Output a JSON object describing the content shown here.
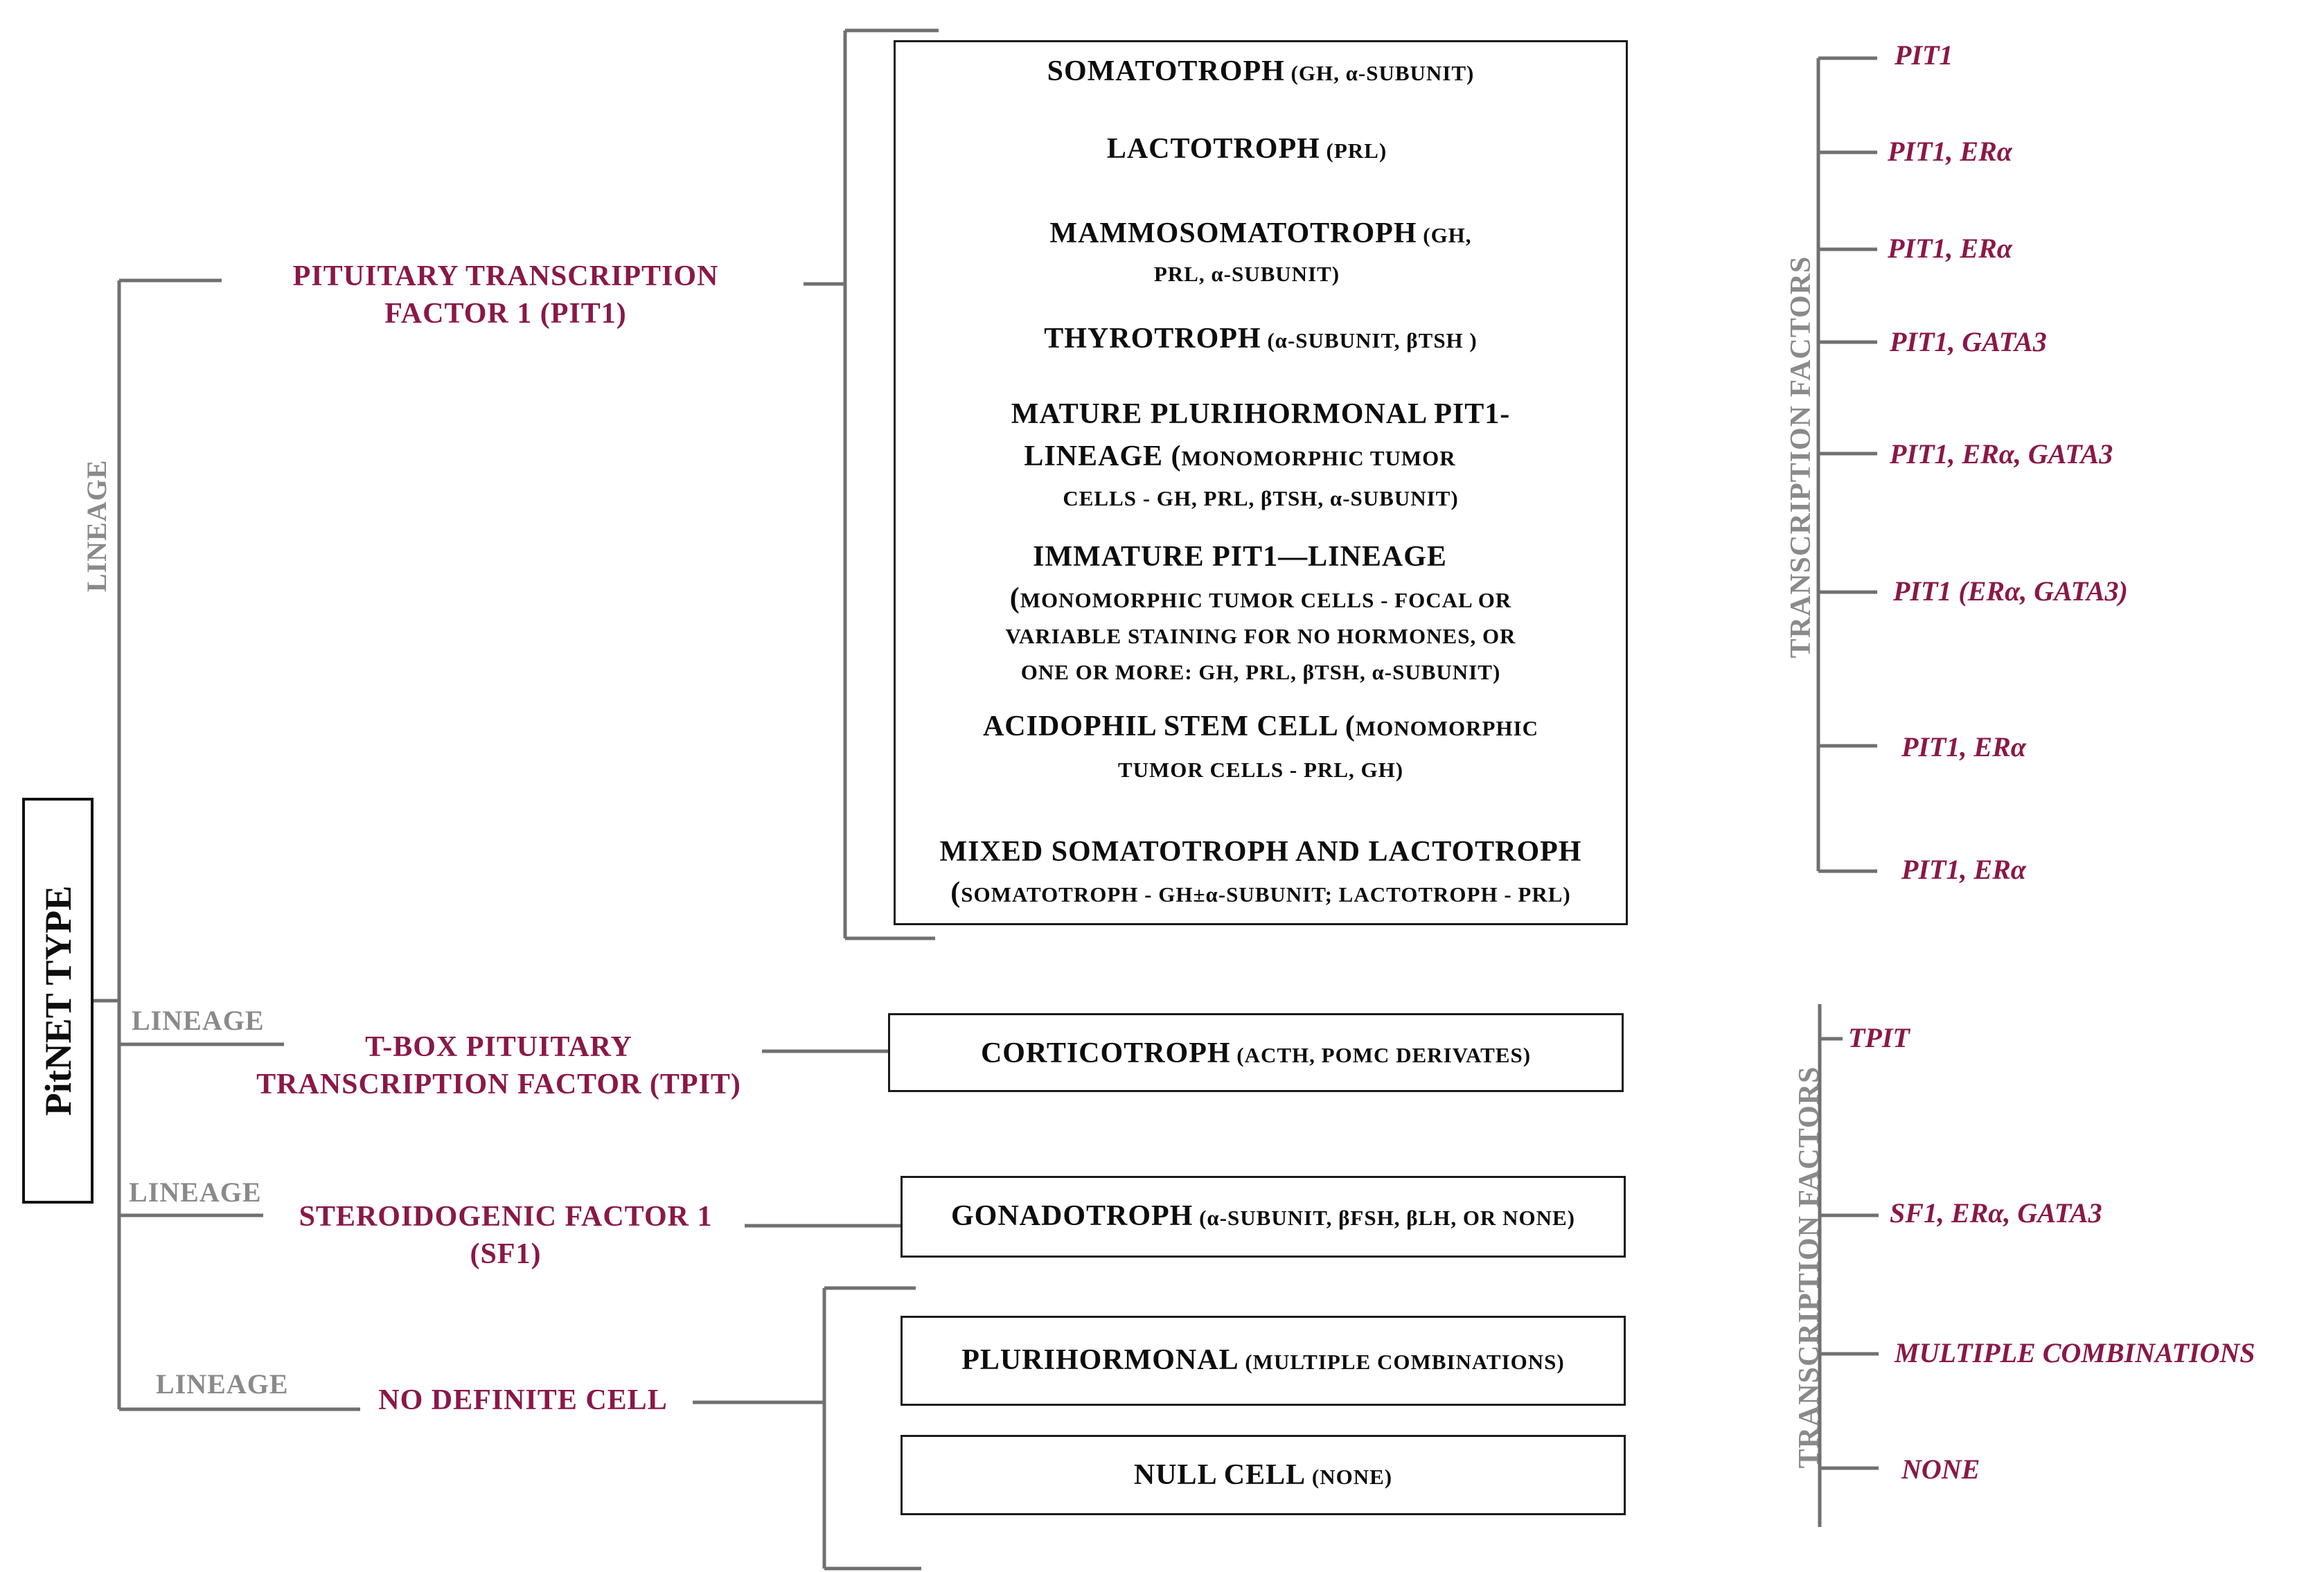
{
  "root": {
    "label": "PitNET TYPE"
  },
  "lineage_word": "LINEAGE",
  "transcription_factors_title": "TRANSCRIPTION FACTORS",
  "lineages": [
    {
      "name_lines": [
        "PITUITARY TRANSCRIPTION",
        "FACTOR 1 (PIT1)"
      ],
      "types": [
        {
          "lines": [
            {
              "main": "SOMATOTROPH",
              "sub": " (GH, α-SUBUNIT)"
            }
          ],
          "tf": "PIT1"
        },
        {
          "lines": [
            {
              "main": "LACTOTROPH",
              "sub": " (PRL)"
            }
          ],
          "tf": "PIT1, ERα"
        },
        {
          "lines": [
            {
              "main": "MAMMOSOMATOTROPH",
              "sub": " (GH,"
            },
            {
              "main": "",
              "sub": "PRL, α-SUBUNIT)"
            }
          ],
          "tf": "PIT1, ERα"
        },
        {
          "lines": [
            {
              "main": "THYROTROPH",
              "sub": " (α-SUBUNIT, βTSH )"
            }
          ],
          "tf": "PIT1, GATA3"
        },
        {
          "lines": [
            {
              "main": "MATURE PLURIHORMONAL PIT1-",
              "sub": ""
            },
            {
              "main": "LINEAGE (",
              "sub": "MONOMORPHIC TUMOR"
            },
            {
              "main": "",
              "sub": "CELLS - GH, PRL, βTSH, α-SUBUNIT)"
            }
          ],
          "tf": "PIT1, ERα, GATA3"
        },
        {
          "lines": [
            {
              "main": "IMMATURE PIT1—LINEAGE",
              "sub": ""
            },
            {
              "main": "(",
              "sub": "MONOMORPHIC TUMOR CELLS - FOCAL OR"
            },
            {
              "main": "",
              "sub": "VARIABLE STAINING FOR NO HORMONES, OR"
            },
            {
              "main": "",
              "sub": "ONE OR MORE: GH, PRL, βTSH, α-SUBUNIT)"
            }
          ],
          "tf": "PIT1 (ERα, GATA3)"
        },
        {
          "lines": [
            {
              "main": "ACIDOPHIL STEM CELL (",
              "sub": "MONOMORPHIC"
            },
            {
              "main": "",
              "sub": "TUMOR CELLS - PRL, GH)"
            }
          ],
          "tf": "PIT1, ERα"
        },
        {
          "lines": [
            {
              "main": "MIXED SOMATOTROPH AND LACTOTROPH",
              "sub": ""
            },
            {
              "main": "(",
              "sub": "SOMATOTROPH - GH±α-SUBUNIT; LACTOTROPH - PRL)"
            }
          ],
          "tf": "PIT1, ERα"
        }
      ]
    },
    {
      "name_lines": [
        "T-BOX PITUITARY",
        "TRANSCRIPTION FACTOR (TPIT)"
      ],
      "types": [
        {
          "lines": [
            {
              "main": "CORTICOTROPH",
              "sub": " (ACTH, POMC DERIVATES)"
            }
          ],
          "tf": "TPIT"
        }
      ]
    },
    {
      "name_lines": [
        "STEROIDOGENIC FACTOR 1",
        "(SF1)"
      ],
      "types": [
        {
          "lines": [
            {
              "main": "GONADOTROPH",
              "sub": " (α-SUBUNIT, βFSH, βLH, OR NONE)"
            }
          ],
          "tf": "SF1, ERα, GATA3"
        }
      ]
    },
    {
      "name_lines": [
        "NO DEFINITE CELL"
      ],
      "types": [
        {
          "lines": [
            {
              "main": "PLURIHORMONAL",
              "sub": " (MULTIPLE COMBINATIONS)"
            }
          ],
          "tf": "MULTIPLE COMBINATIONS"
        },
        {
          "lines": [
            {
              "main": "NULL CELL",
              "sub": " (NONE)"
            }
          ],
          "tf": "NONE"
        }
      ]
    }
  ]
}
